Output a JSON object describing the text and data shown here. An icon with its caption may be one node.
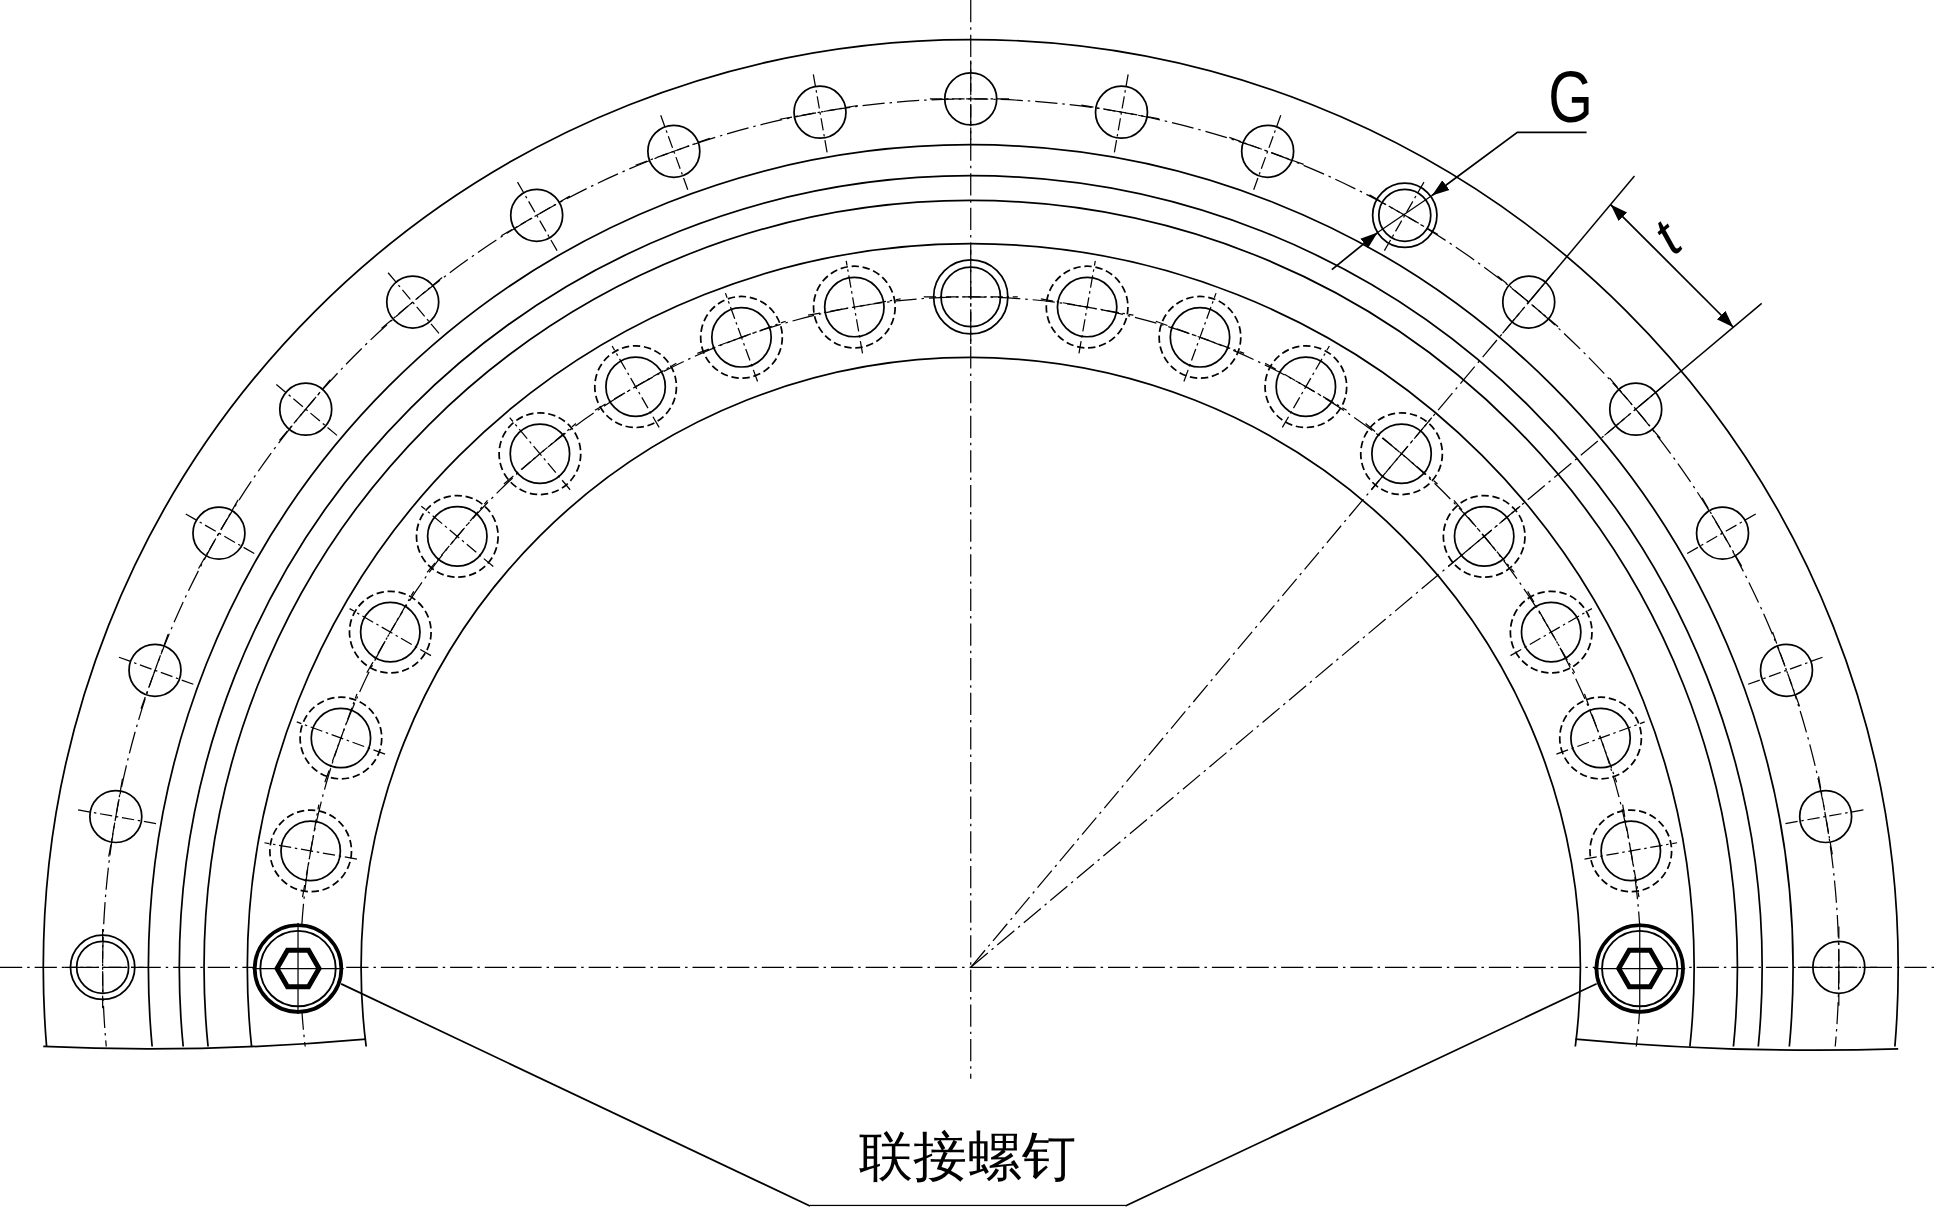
{
  "diagram": {
    "nodes": [
      {
        "text": [
          "联接螺钉"
        ]
      },
      {
        "text": [],
        "shape": "circle"
      },
      {
        "text": [],
        "shape": "circle"
      }
    ],
    "edges": [
      {
        "from": 0,
        "to": 1,
        "arrow": "none"
      },
      {
        "from": 0,
        "to": 2,
        "arrow": "none"
      }
    ],
    "labels": [
      "G",
      "t"
    ]
  }
}
